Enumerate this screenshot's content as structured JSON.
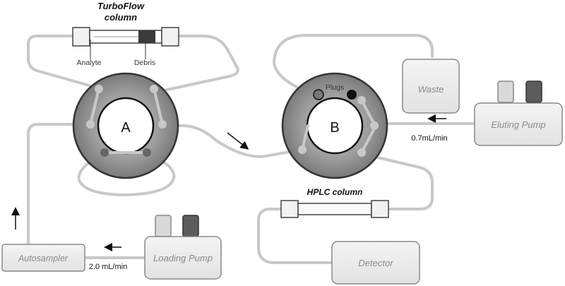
{
  "turboflow": {
    "title_line1": "TurboFlow",
    "title_line2": "column",
    "analyte_label": "Analyte",
    "debris_label": "Debris"
  },
  "valve_a": {
    "label": "A"
  },
  "valve_b": {
    "label": "B",
    "plugs_label": "Plugs"
  },
  "waste": {
    "label": "Waste"
  },
  "eluting_pump": {
    "label": "Eluting Pump",
    "flow_rate": "0.7mL/min"
  },
  "hplc_column": {
    "label": "HPLC column"
  },
  "detector": {
    "label": "Detector"
  },
  "autosampler": {
    "label": "Autosampler"
  },
  "loading_pump": {
    "label": "Loading Pump",
    "flow_rate": "2.0 mL/min"
  },
  "colors": {
    "tubing": "#c8c8c8",
    "valve_ring": "#8e8e8e",
    "box_fill": "#efefef",
    "box_stroke": "#8a8a8a",
    "bottle_light": "#d9d9d9",
    "bottle_dark": "#5c5c5c"
  }
}
